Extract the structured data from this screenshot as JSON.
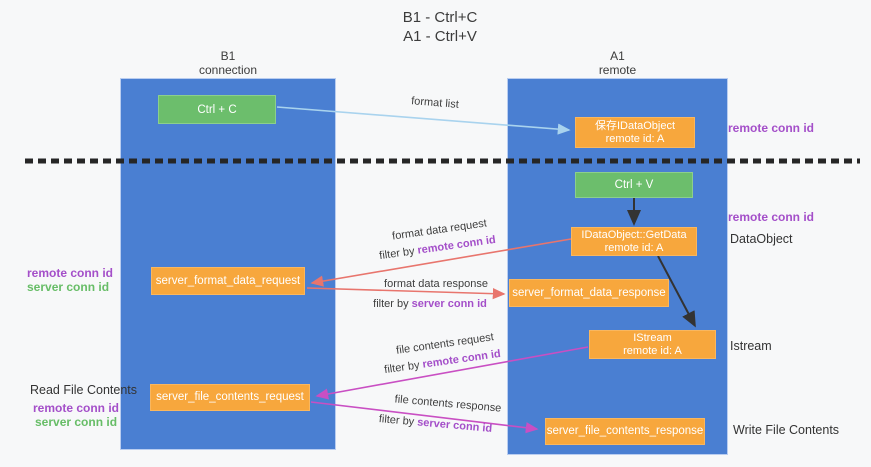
{
  "title": {
    "line1": "B1 - Ctrl+C",
    "line2": "A1 - Ctrl+V"
  },
  "lanes": {
    "left": {
      "header_line1": "B1",
      "header_line2": "connection"
    },
    "right": {
      "header_line1": "A1",
      "header_line2": "remote"
    }
  },
  "boxes": {
    "ctrl_c": "Ctrl + C",
    "ctrl_v": "Ctrl + V",
    "save_dataobject": {
      "line1": "保存IDataObject",
      "line2": "remote id: A"
    },
    "getdata": {
      "line1": "IDataObject::GetData",
      "line2": "remote id: A"
    },
    "istream": {
      "line1": "IStream",
      "line2": "remote id: A"
    },
    "server_format_data_request": "server_format_data_request",
    "server_format_data_response": "server_format_data_response",
    "server_file_contents_request": "server_file_contents_request",
    "server_file_contents_response": "server_file_contents_response"
  },
  "arrow_labels": {
    "format_list": "format list",
    "format_data_request": "format data request",
    "format_data_response": "format data response",
    "file_contents_request": "file contents request",
    "file_contents_response": "file contents response",
    "filter_by": "filter by ",
    "remote_conn_id": "remote conn id",
    "server_conn_id": "server conn id"
  },
  "side_labels": {
    "right_top_remote_conn_id": "remote conn id",
    "right_mid_remote_conn_id": "remote conn id",
    "dataobject": "DataObject",
    "istream": "Istream",
    "write_file_contents": "Write File Contents",
    "left_remote_conn_id_1": "remote conn id",
    "left_server_conn_id_1": "server conn id",
    "read_file_contents": "Read File Contents",
    "left_remote_conn_id_2": "remote conn id",
    "left_server_conn_id_2": "server conn id"
  },
  "colors": {
    "lane_blue": "#4a7fd2",
    "box_orange": "#f7a73d",
    "box_green": "#6cbe6c",
    "accent_purple": "#a44fc9",
    "accent_green": "#67bd67",
    "arrow_red": "#e8756d",
    "arrow_magenta": "#c94fc3",
    "arrow_lightblue": "#a9d3ee",
    "arrow_black": "#333333"
  }
}
